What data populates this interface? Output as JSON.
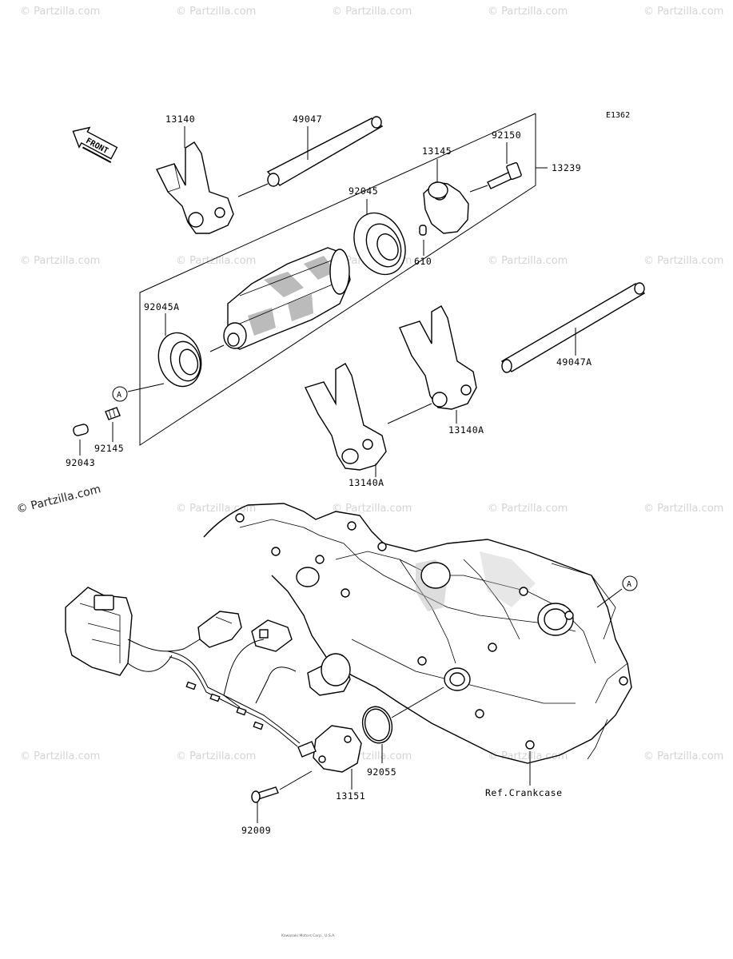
{
  "diagram_code": "E1362",
  "front_label": "FRONT",
  "watermark": "© Partzilla.com",
  "copyright": "Kawasaki Motors Corp., U.S.A.",
  "copyright_sub": "",
  "ref_a": "A",
  "ref_crankcase": "Ref.Crankcase",
  "parts": {
    "p13140": "13140",
    "p49047": "49047",
    "p13145": "13145",
    "p92150": "92150",
    "p13239": "13239",
    "p92045": "92045",
    "p610": "610",
    "p92045A": "92045A",
    "p49047A": "49047A",
    "p13140A_upper": "13140A",
    "p13140A_lower": "13140A",
    "p92145": "92145",
    "p92043": "92043",
    "p92055": "92055",
    "p13151": "13151",
    "p92009": "92009"
  }
}
